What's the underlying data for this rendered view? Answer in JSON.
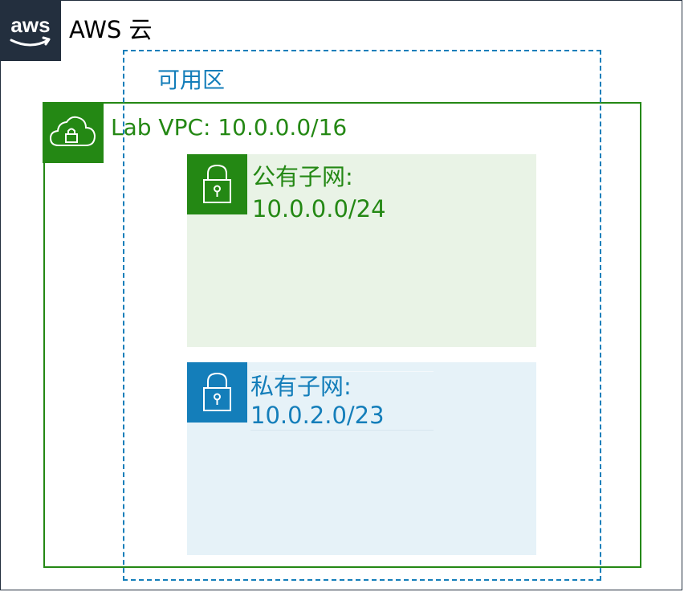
{
  "colors": {
    "aws_dark": "#232f3e",
    "vpc_green": "#248814",
    "az_blue": "#147eba",
    "public_subnet_fill": "#e9f3e6",
    "private_subnet_fill": "#e6f2f8"
  },
  "aws_cloud": {
    "logo_text": "aws",
    "title": "AWS 云",
    "logo_icon": "aws-logo-icon"
  },
  "availability_zone": {
    "title": "可用区"
  },
  "vpc": {
    "title": "Lab VPC: 10.0.0.0/16",
    "icon": "cloud-lock-icon"
  },
  "public_subnet": {
    "name": "公有子网:",
    "cidr": "10.0.0.0/24",
    "icon": "padlock-icon"
  },
  "private_subnet": {
    "name": "私有子网:",
    "cidr": "10.0.2.0/23",
    "icon": "padlock-icon"
  }
}
